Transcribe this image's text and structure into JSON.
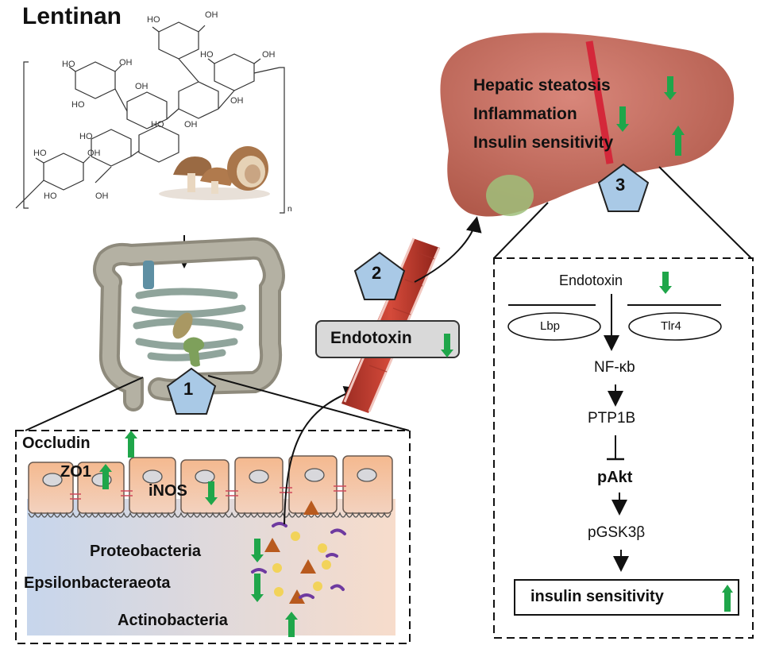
{
  "title": "Lentinan",
  "subscript_n": "n",
  "step_numbers": [
    "1",
    "2",
    "3"
  ],
  "gut": {
    "barrier_labels": [
      {
        "text": "Occludin",
        "arrow": "up"
      },
      {
        "text": "ZO1",
        "arrow": "up"
      },
      {
        "text": "iNOS",
        "arrow": "down"
      }
    ],
    "bacteria": [
      {
        "text": "Proteobacteria",
        "arrow": "down"
      },
      {
        "text": "Epsilonbacteraeota",
        "arrow": "down"
      },
      {
        "text": "Actinobacteria",
        "arrow": "up"
      }
    ]
  },
  "blood": {
    "label": "Endotoxin",
    "arrow": "down"
  },
  "liver": {
    "effects": [
      {
        "text": "Hepatic steatosis",
        "arrow": "down"
      },
      {
        "text": "Inflammation",
        "arrow": "down"
      },
      {
        "text": "Insulin sensitivity",
        "arrow": "up"
      }
    ]
  },
  "pathway": {
    "endotoxin": "Endotoxin",
    "receptors": [
      "Lbp",
      "Tlr4"
    ],
    "steps": [
      "NF-κb",
      "PTP1B",
      "pAkt",
      "pGSK3β"
    ],
    "result": "insulin sensitivity",
    "result_arrow": "up"
  },
  "colors": {
    "arrow_up_down": "#1fa64a",
    "pentagon": "#a9c9e6",
    "liver": "#c36b5c",
    "tissue": "#f2c7a8",
    "lumen_left": "#c9d8ec",
    "lumen_right": "#f5dccb"
  },
  "icons": [
    "mushroom-image",
    "colon-icon",
    "blood-vessel-icon",
    "liver-icon",
    "bacteria-icon"
  ]
}
